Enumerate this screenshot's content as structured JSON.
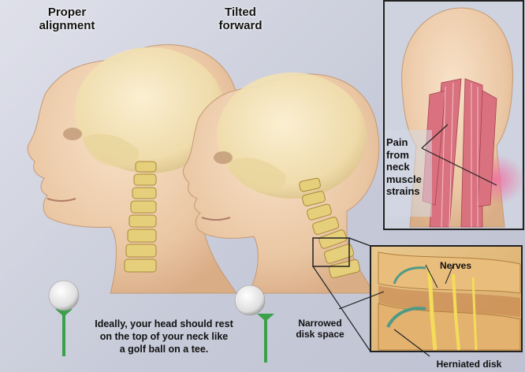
{
  "headings": {
    "proper": [
      "Proper",
      "alignment"
    ],
    "tilted": [
      "Tilted",
      "forward"
    ]
  },
  "caption": [
    "Ideally, your head should rest",
    "on the top of your neck like",
    "a golf ball on a tee."
  ],
  "callouts": {
    "pain": [
      "Pain",
      "from",
      "neck",
      "muscle",
      "strains"
    ],
    "nerves": "Nerves",
    "narrowed": [
      "Narrowed",
      "disk space"
    ],
    "herniated": "Herniated disk"
  },
  "colors": {
    "background": "#c9ccd9",
    "skin": "#f1d3b6",
    "bone": "#e7cf7a",
    "muscle": "#d9717f",
    "tee": "#3aa04a",
    "frame": "#222222"
  }
}
